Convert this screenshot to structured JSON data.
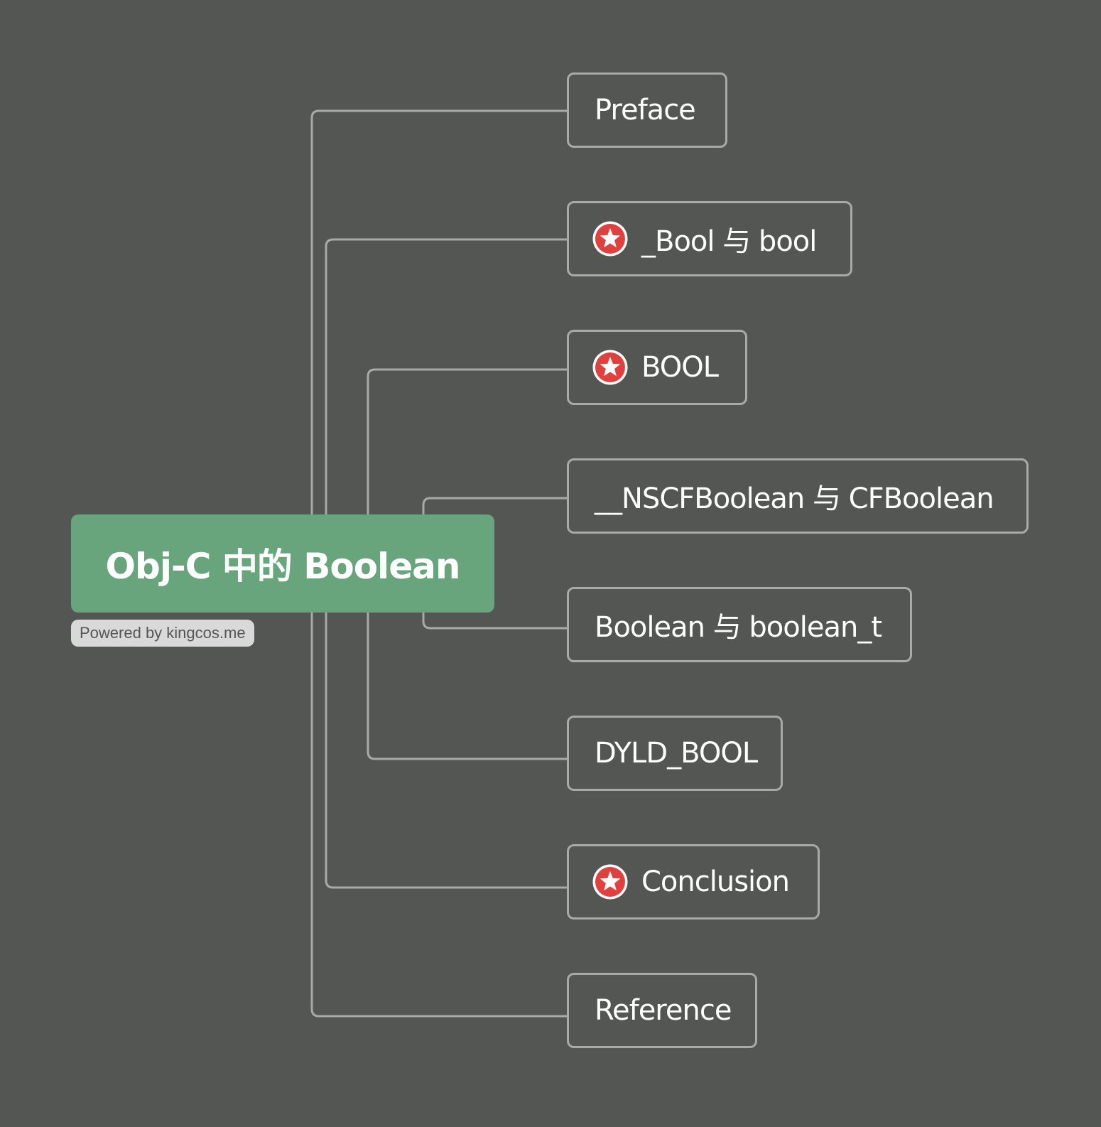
{
  "root": {
    "title": "Obj-C 中的 Boolean"
  },
  "watermark": "Powered by kingcos.me",
  "topics": [
    {
      "label": "Preface",
      "icon": ""
    },
    {
      "label": "_Bool 与 bool",
      "icon": "star-icon"
    },
    {
      "label": "BOOL",
      "icon": "star-icon"
    },
    {
      "label": "__NSCFBoolean 与 CFBoolean",
      "icon": ""
    },
    {
      "label": "Boolean 与 boolean_t",
      "icon": ""
    },
    {
      "label": "DYLD_BOOL",
      "icon": ""
    },
    {
      "label": "Conclusion",
      "icon": "star-icon"
    },
    {
      "label": "Reference",
      "icon": ""
    }
  ],
  "colors": {
    "background": "#545653",
    "root_fill": "#68a57c",
    "connector": "#a9aaa7",
    "star_badge": "#e0413f"
  }
}
